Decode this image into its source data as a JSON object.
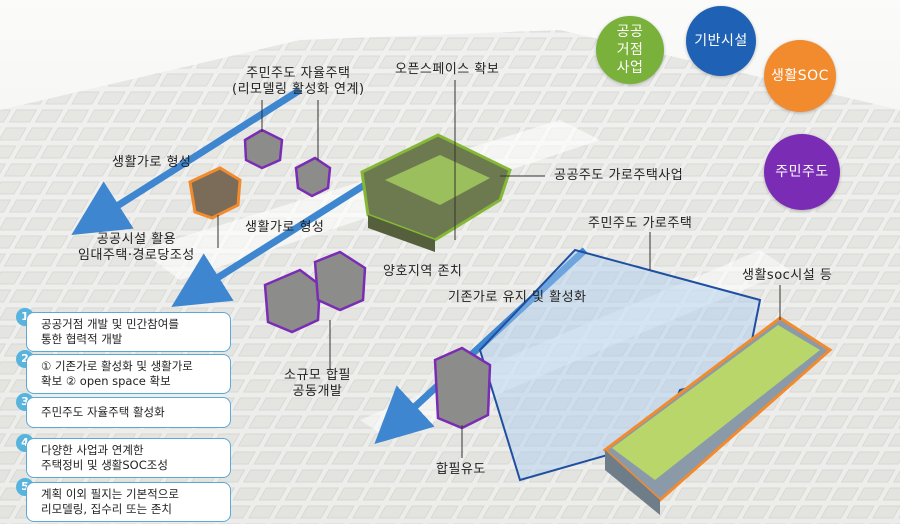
{
  "circles": [
    {
      "text": "공공\n거점\n사업",
      "color": "#79b13a"
    },
    {
      "text": "기반시설",
      "color": "#1f62b5"
    },
    {
      "text": "생활SOC",
      "color": "#f28a2e"
    },
    {
      "text": "주민주도",
      "color": "#7b2cb4"
    }
  ],
  "labels": {
    "resident_housing": "주민주도 자율주택\n(리모델링 활성화 연계)",
    "open_space": "오픈스페이스 확보",
    "living_street_1": "생활가로 형성",
    "living_street_2": "생활가로 형성",
    "public_street_housing": "공공주도 가로주택사업",
    "public_facility": "공공시설 활용\n임대주택·경로당조성",
    "resident_street_housing": "주민주도 가로주택",
    "good_area": "양호지역 존치",
    "keep_street": "기존가로 유지 및 활성화",
    "soc_facility": "생활soc시설 등",
    "small_joint": "소규모 합필\n공동개발",
    "merge_induce": "합필유도"
  },
  "steps": [
    {
      "num": "1",
      "text": "공공거점 개발 및 민간참여를\n통한 협력적 개발"
    },
    {
      "num": "2",
      "text": "① 기존가로 활성화 및 생활가로\n확보 ② open space 확보"
    },
    {
      "num": "3",
      "text": "주민주도 자율주택 활성화"
    },
    {
      "num": "4",
      "text": "다양한 사업과 연계한\n주택정비 및 생활SOC조성"
    },
    {
      "num": "5",
      "text": "계획 이외 필지는 기본적으로\n리모델링, 집수리 또는 존치"
    }
  ]
}
